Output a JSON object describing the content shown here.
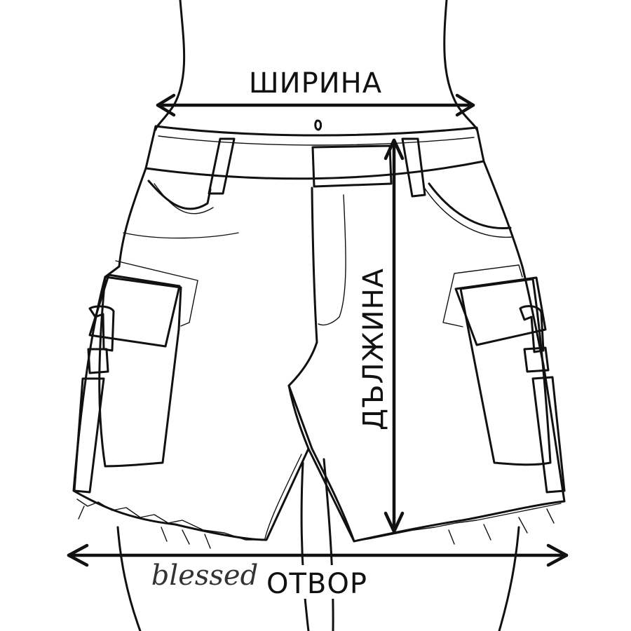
{
  "labels": {
    "width": "ШИРИНА",
    "length": "ДЪЛЖИНА",
    "opening": "ОТВОР"
  },
  "brand": "blessed",
  "colors": {
    "ink": "#111111",
    "background": "#ffffff"
  }
}
